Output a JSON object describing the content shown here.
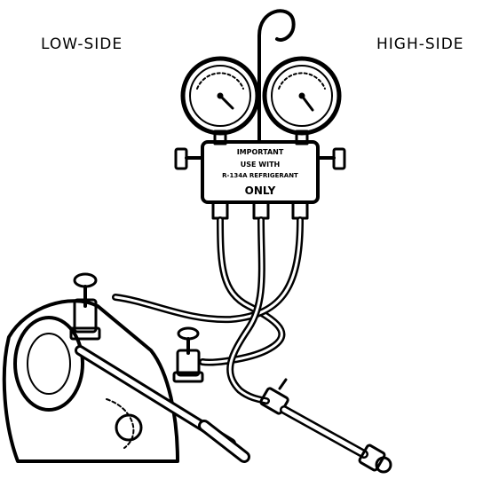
{
  "labels": {
    "low_side": "LOW-SIDE",
    "high_side": "HIGH-SIDE"
  },
  "manifold": {
    "line1": "IMPORTANT",
    "line2": "USE WITH",
    "line3": "R-134A REFRIGERANT",
    "line4": "ONLY"
  },
  "colors": {
    "ink": "#000000",
    "paper": "#ffffff"
  }
}
